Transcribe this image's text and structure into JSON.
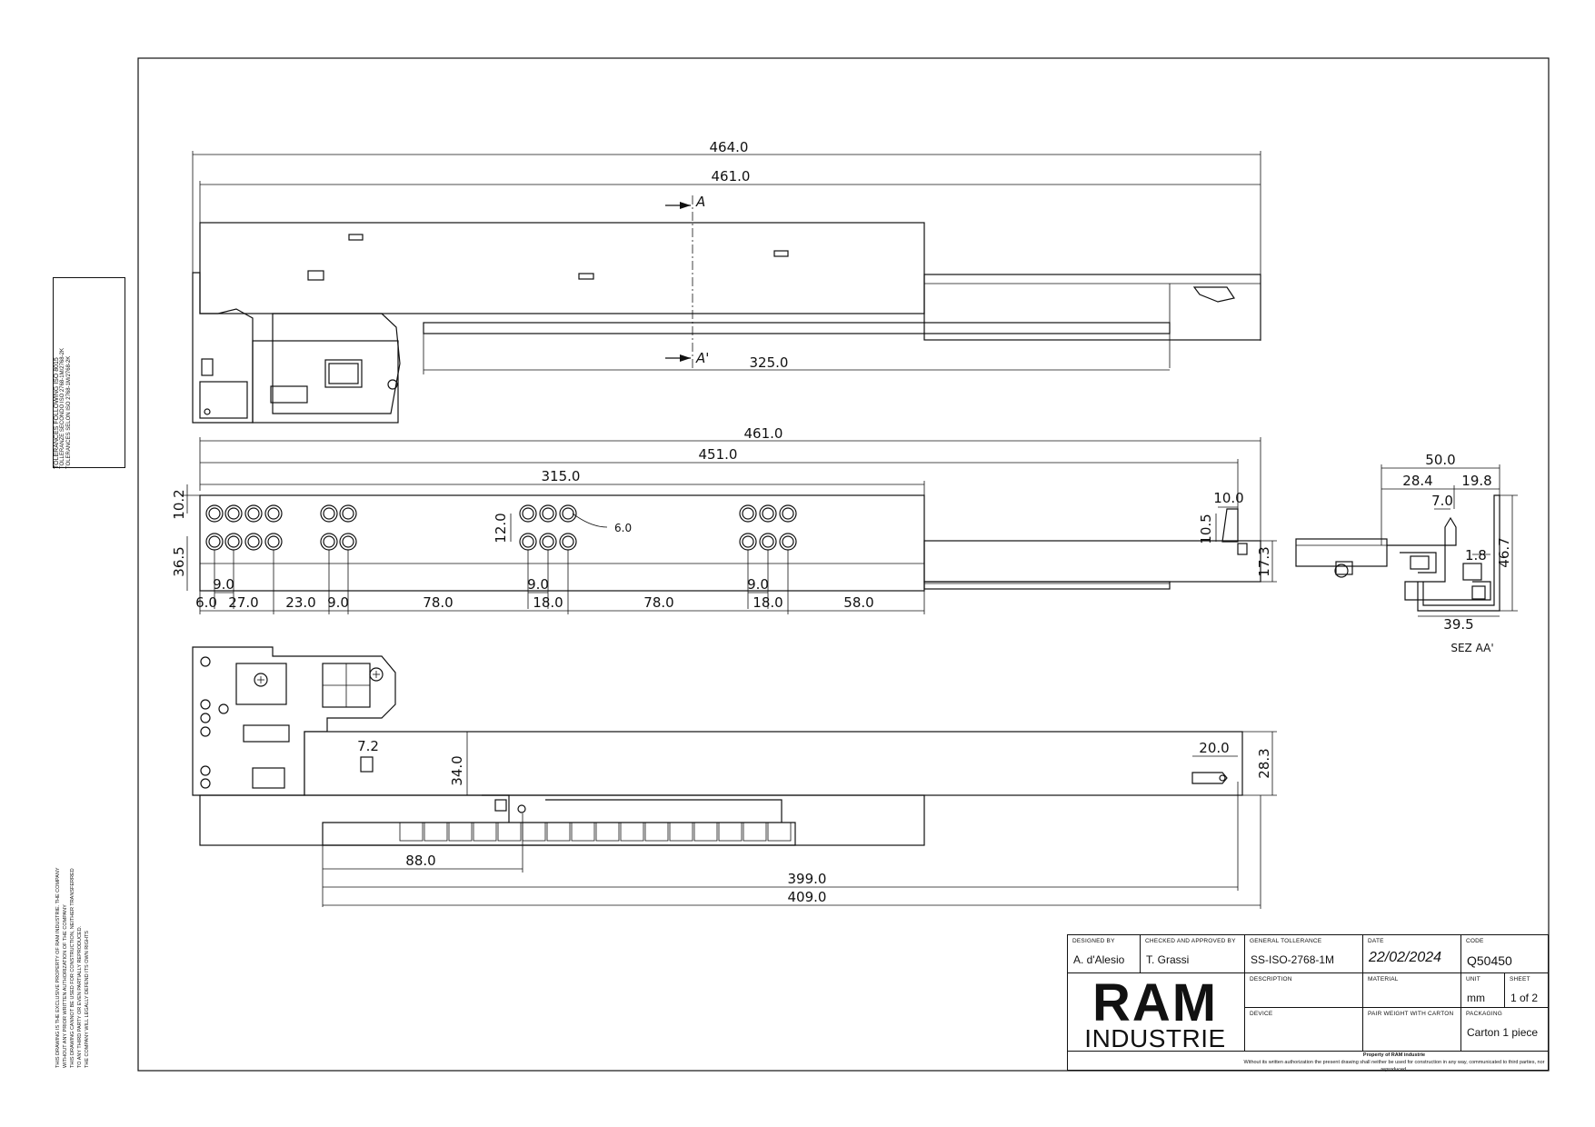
{
  "top_view": {
    "dims": {
      "overall_outer": "464.0",
      "overall_inner": "461.0",
      "stroke": "325.0"
    },
    "section_marks": {
      "top": "A",
      "bottom": "A'"
    }
  },
  "side_view": {
    "dims": {
      "length_461": "461.0",
      "length_451": "451.0",
      "length_315": "315.0",
      "height_10_2": "10.2",
      "height_36_5": "36.5",
      "pitch_12": "12.0",
      "hole_dia": "6.0",
      "tab_10_0": "10.0",
      "tab_10_5": "10.5",
      "height_17_3": "17.3",
      "sub_9_a": "9.0",
      "sub_9_b": "9.0",
      "sub_9_c": "9.0",
      "chain": [
        "6.0",
        "27.0",
        "23.0",
        "9.0",
        "78.0",
        "18.0",
        "78.0",
        "18.0",
        "58.0"
      ]
    }
  },
  "bottom_view": {
    "dims": {
      "d_7_2": "7.2",
      "d_34_0": "34.0",
      "d_20_0": "20.0",
      "d_28_3": "28.3",
      "d_88_0": "88.0",
      "d_399_0": "399.0",
      "d_409_0": "409.0"
    }
  },
  "section_view": {
    "dims": {
      "w_50": "50.0",
      "w_28_4": "28.4",
      "w_19_8": "19.8",
      "w_7_0": "7.0",
      "t_1_8": "1.8",
      "h_46_7": "46.7",
      "w_39_5": "39.5"
    },
    "label": "SEZ AA'"
  },
  "tolerance_box": {
    "lines": [
      "TOLERANCES FOLLOWING ISO 8015",
      "TOLLERANZE SECONDO ISO 2768-1M/2768-2K",
      "TOLERANCES SELON ISO 2768-1M/2768-2K"
    ]
  },
  "legal_notice": {
    "lines": [
      "THIS DRAWING IS THE EXCLUSIVE PROPERTY OF RAM INDUSTRIE. THE COMPANY",
      "WITHOUT ANY PRIOR WRITTEN AUTHORIZATION OF THE COMPANY",
      "THIS DRAWING CANNOT BE USED FOR CONSTRUCTION, NEITHER TRANSFERRED",
      "TO ANY THIRD PARTY OR EVEN PARTIALLY REPRODUCED.",
      "THE COMPANY WILL LEGALLY DEFEND ITS OWN RIGHTS"
    ]
  },
  "title_block": {
    "designed_by_label": "DESIGNED BY",
    "designed_by": "A. d'Alesio",
    "checked_label": "CHECKED AND APPROVED BY",
    "checked_by": "T. Grassi",
    "tolerance_label": "GENERAL TOLLERANCE",
    "tolerance": "SS-ISO-2768-1M",
    "date_label": "DATE",
    "date": "22/02/2024",
    "code_label": "CODE",
    "code": "Q50450",
    "description_label": "DESCRIPTION",
    "description": "",
    "material_label": "MATERIAL",
    "material": "",
    "unit_label": "UNIT",
    "unit": "mm",
    "sheet_label": "SHEET",
    "sheet": "1 of 2",
    "device_label": "DEVICE",
    "device": "",
    "pair_weight_label": "PAIR WEIGHT WITH CARTON",
    "pair_weight": "",
    "packaging_label": "PACKAGING",
    "packaging": "Carton 1 piece",
    "logo_top": "RAM",
    "logo_bottom": "INDUSTRIE",
    "footer_1": "Property of RAM industrie",
    "footer_2": "Without its written authorization the present drawing shall neither be used for construction in any way, communicated to third parties, nor reproduced."
  }
}
